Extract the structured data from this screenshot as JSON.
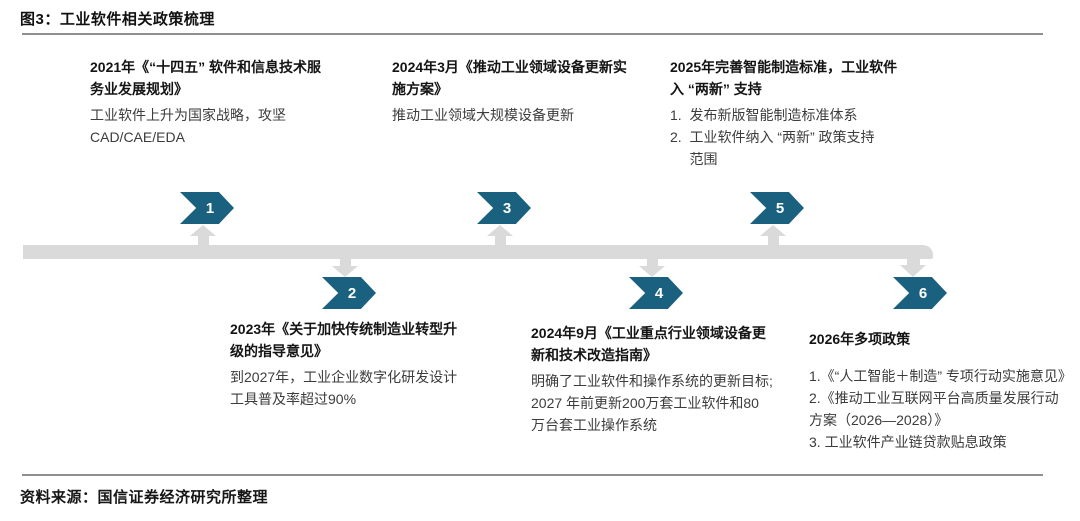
{
  "header": {
    "title": "图3：工业软件相关政策梳理"
  },
  "footer": {
    "source": "资料来源：国信证券经济研究所整理"
  },
  "colors": {
    "accent_teal": "#1a607f",
    "track_gray": "#dadada",
    "rule_gray": "#8f8f8f"
  },
  "timeline": {
    "milestones": [
      {
        "number": "1",
        "side": "top",
        "title": "2021年《“十四五” 软件和信息技术服\n务业发展规划》",
        "body": "工业软件上升为国家战略，攻坚\nCAD/CAE/EDA"
      },
      {
        "number": "2",
        "side": "bottom",
        "title": "2023年《关于加快传统制造业转型升\n级的指导意见》",
        "body": "到2027年，工业企业数字化研发设计\n工具普及率超过90%"
      },
      {
        "number": "3",
        "side": "top",
        "title": "2024年3月《推动工业领域设备更新实\n施方案》",
        "body": "推动工业领域大规模设备更新"
      },
      {
        "number": "4",
        "side": "bottom",
        "title": "2024年9月《工业重点行业领域设备更\n新和技术改造指南》",
        "body": "明确了工业软件和操作系统的更新目标;\n2027 年前更新200万套工业软件和80\n万台套工业操作系统"
      },
      {
        "number": "5",
        "side": "top",
        "title": "2025年完善智能制造标准，工业软件\n入 “两新” 支持",
        "body": "1.  发布新版智能制造标准体系\n2.  工业软件纳入 “两新” 政策支持\n     范围"
      },
      {
        "number": "6",
        "side": "bottom",
        "title": "2026年多项政策",
        "body": "1.《“人工智能＋制造” 专项行动实施意见》\n2.《推动工业互联网平台高质量发展行动\n方案（2026—2028）》\n3. 工业软件产业链贷款贴息政策"
      }
    ]
  }
}
